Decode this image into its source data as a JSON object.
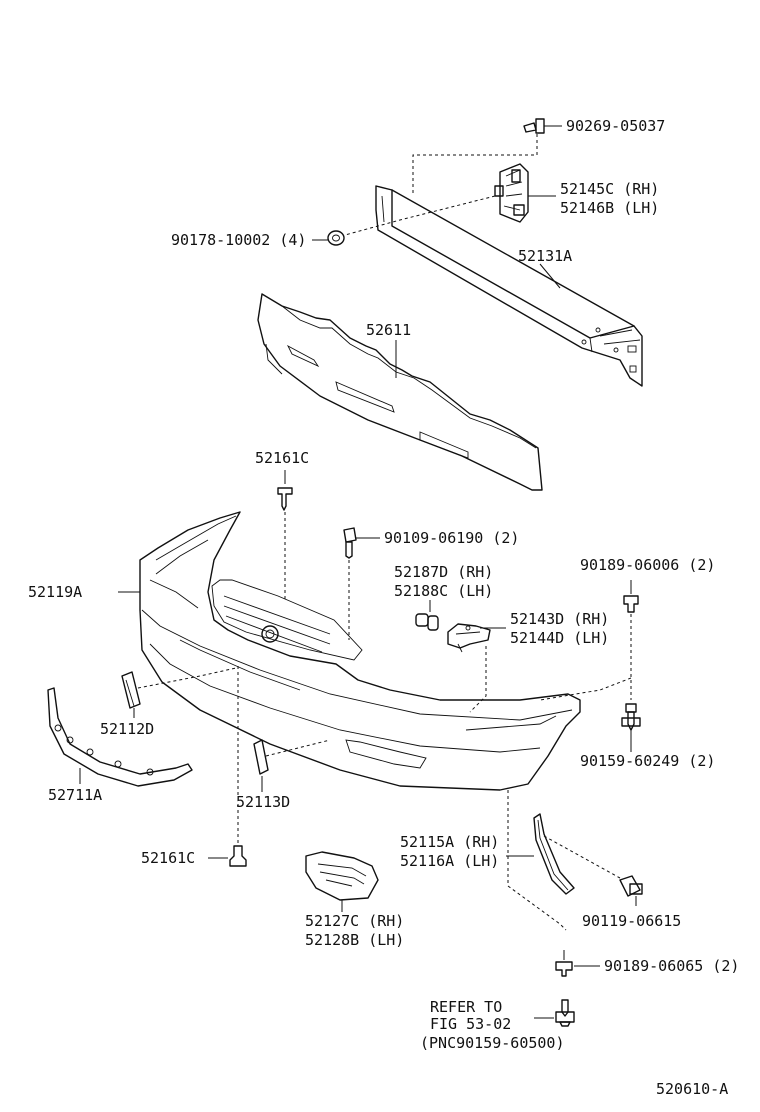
{
  "diagram_id": "520610-A",
  "parts": {
    "bolt_top": "90269-05037",
    "bracket_rh": "52145C (RH)",
    "bracket_lh": "52146B (LH)",
    "nut": "90178-10002 (4)",
    "reinforcement": "52131A",
    "absorber": "52611",
    "clip_top": "52161C",
    "screw_grille": "90109-06190 (2)",
    "bumper_cover": "52119A",
    "lamp_rh": "52187D (RH)",
    "lamp_lh": "52188C (LH)",
    "retainer_rh": "52143D (RH)",
    "retainer_lh": "52144D (LH)",
    "clip_right": "90189-06006 (2)",
    "pad_left": "52112D",
    "molding": "52711A",
    "pad_lower": "52113D",
    "screw_right": "90159-60249 (2)",
    "stay_rh": "52115A (RH)",
    "stay_lh": "52116A (LH)",
    "clip_bottom": "52161C",
    "cover_rh": "52127C (RH)",
    "cover_lh": "52128B (LH)",
    "bolt_stay": "90119-06615",
    "clip_stay": "90189-06065 (2)",
    "refer_line1": "REFER TO",
    "refer_line2": "FIG 53-02",
    "refer_pnc": "(PNC90159-60500)"
  }
}
